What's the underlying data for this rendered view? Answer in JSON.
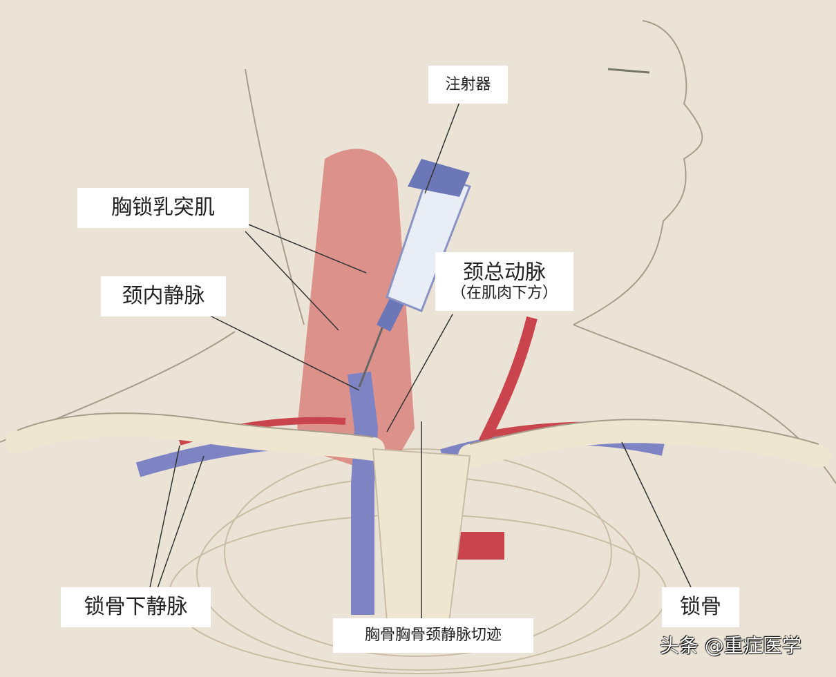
{
  "labels": {
    "syringe": "注射器",
    "scm": "胸锁乳突肌",
    "ijv": "颈内静脉",
    "cca": "颈总动脉",
    "cca_note": "（在肌肉下方）",
    "subclavian_vein": "锁骨下静脉",
    "clavicle": "锁骨",
    "notch": "胸骨胸骨颈静脉切迹"
  },
  "watermark": "头条 @重症医学",
  "colors": {
    "background": "#ebe3d5",
    "muscle": "#d9837c",
    "vein": "#7e83c4",
    "artery": "#c9444c",
    "bone": "#efe6d2"
  }
}
